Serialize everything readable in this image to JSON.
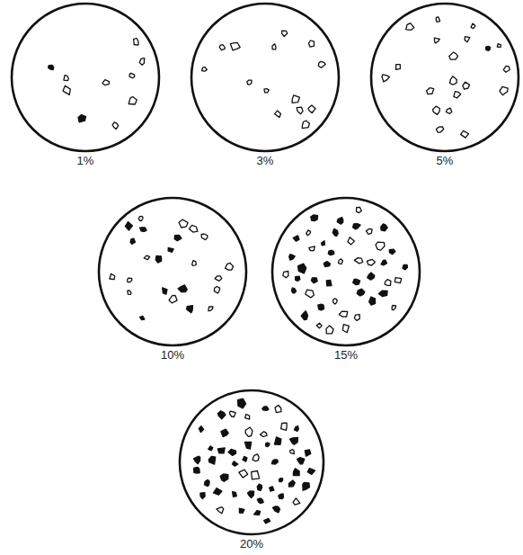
{
  "diagram": {
    "nodes": [
      {
        "text": [
          "1%"
        ]
      },
      {
        "text": [
          "3%"
        ]
      },
      {
        "text": [
          "5%"
        ]
      },
      {
        "text": [
          "10%"
        ]
      },
      {
        "text": [
          "15%"
        ]
      },
      {
        "text": [
          "20%"
        ]
      }
    ]
  }
}
